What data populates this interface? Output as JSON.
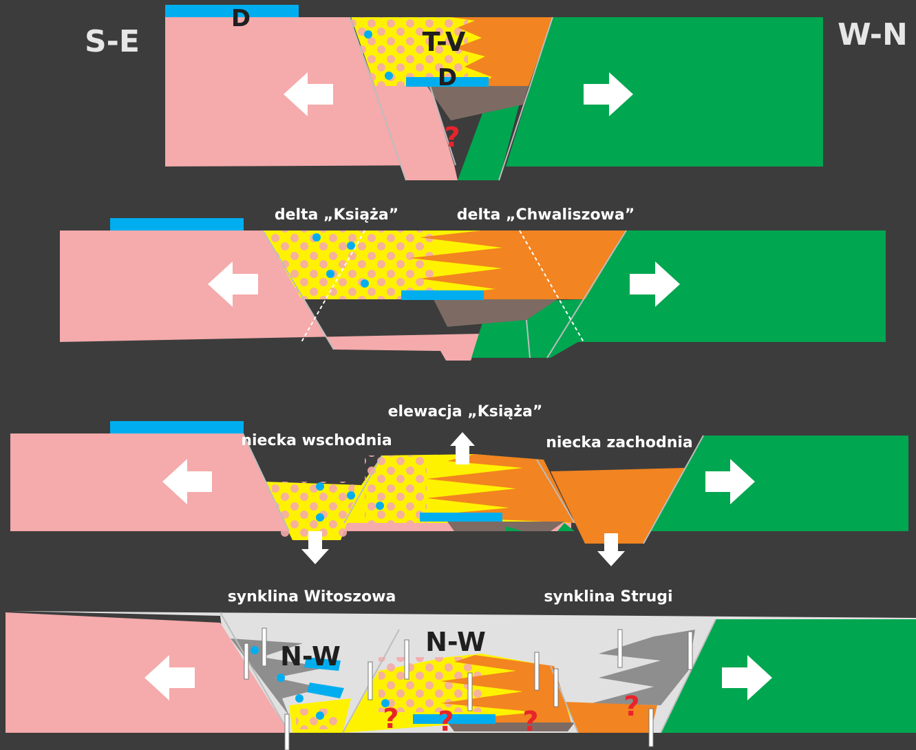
{
  "corner_labels": {
    "left": "S-E",
    "right": "W-N"
  },
  "panel1": {
    "label_top_d": "D",
    "label_tv": "T-V",
    "label_mid_d": "D",
    "question": "?"
  },
  "panel2": {
    "delta_left": "delta „Książa”",
    "delta_right": "delta „Chwaliszowa”"
  },
  "panel3": {
    "elevation": "elewacja „Książa”",
    "basin_east": "niecka wschodnia",
    "basin_west": "niecka zachodnia"
  },
  "panel4": {
    "syncline_left": "synklina Witoszowa",
    "syncline_right": "synklina Strugi",
    "nw_left": "N-W",
    "nw_center": "N-W",
    "question": "?"
  },
  "colors": {
    "background": "#3c3c3c",
    "pink": "#f5aaab",
    "yellow": "#fff200",
    "orange": "#f28421",
    "green": "#00a650",
    "brown": "#7d6b63",
    "blue": "#00aeef",
    "grey": "#8e8e8e",
    "light_grey": "#e1e1e1"
  }
}
